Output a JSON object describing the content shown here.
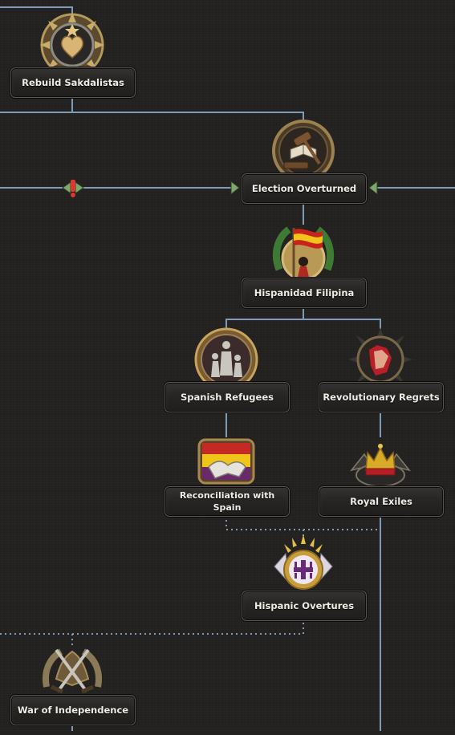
{
  "focuses": {
    "rebuild_sakdalistas": {
      "label": "Rebuild Sakdalistas",
      "icon": "heart-medal-icon"
    },
    "election_overturned": {
      "label": "Election Overturned",
      "icon": "gavel-book-icon"
    },
    "hispanidad_filipina": {
      "label": "Hispanidad Filipina",
      "icon": "spanish-flag-wreath-icon"
    },
    "spanish_refugees": {
      "label": "Spanish Refugees",
      "icon": "refugee-family-icon"
    },
    "revolutionary_regrets": {
      "label": "Revolutionary Regrets",
      "icon": "raised-fist-icon"
    },
    "reconciliation_with_spain": {
      "label": "Reconciliation with Spain",
      "icon": "handshake-flag-icon"
    },
    "royal_exiles": {
      "label": "Royal Exiles",
      "icon": "crown-icon"
    },
    "hispanic_overtures": {
      "label": "Hispanic Overtures",
      "icon": "cross-shield-icon"
    },
    "war_of_independence": {
      "label": "War of Independence",
      "icon": "crossed-swords-icon"
    }
  },
  "indicators": {
    "exclusive_warning": {
      "symbol": "!",
      "color": "#d93a2b"
    }
  },
  "colors": {
    "background": "#232221",
    "line": "#7f9bb8",
    "label_text": "#f1ede6",
    "arrow": "#7ea86b"
  }
}
